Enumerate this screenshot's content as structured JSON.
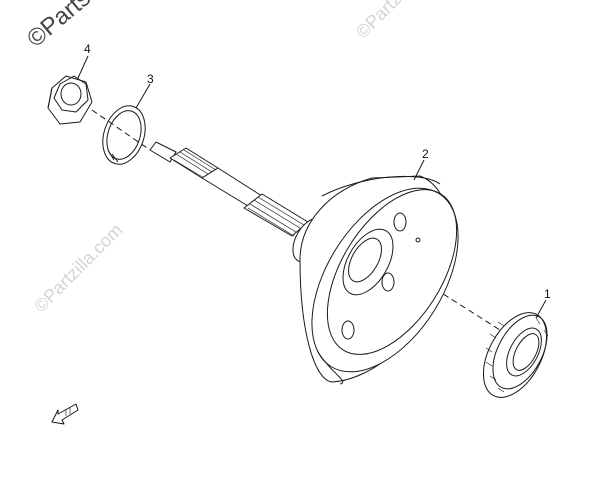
{
  "watermarks": {
    "corner": "©Parts",
    "top_right": "©Partzilla",
    "middle_left": "©Partzilla.com"
  },
  "callouts": [
    {
      "label": "1",
      "part": "one-way clutch bearing"
    },
    {
      "label": "2",
      "part": "output shaft clutch housing"
    },
    {
      "label": "3",
      "part": "snap ring"
    },
    {
      "label": "4",
      "part": "hex nut"
    }
  ],
  "icons": {
    "orientation": "front-direction-arrow-icon"
  },
  "colors": {
    "line": "#1a1a1a",
    "watermark": "#d4d4d4",
    "background": "#ffffff"
  }
}
